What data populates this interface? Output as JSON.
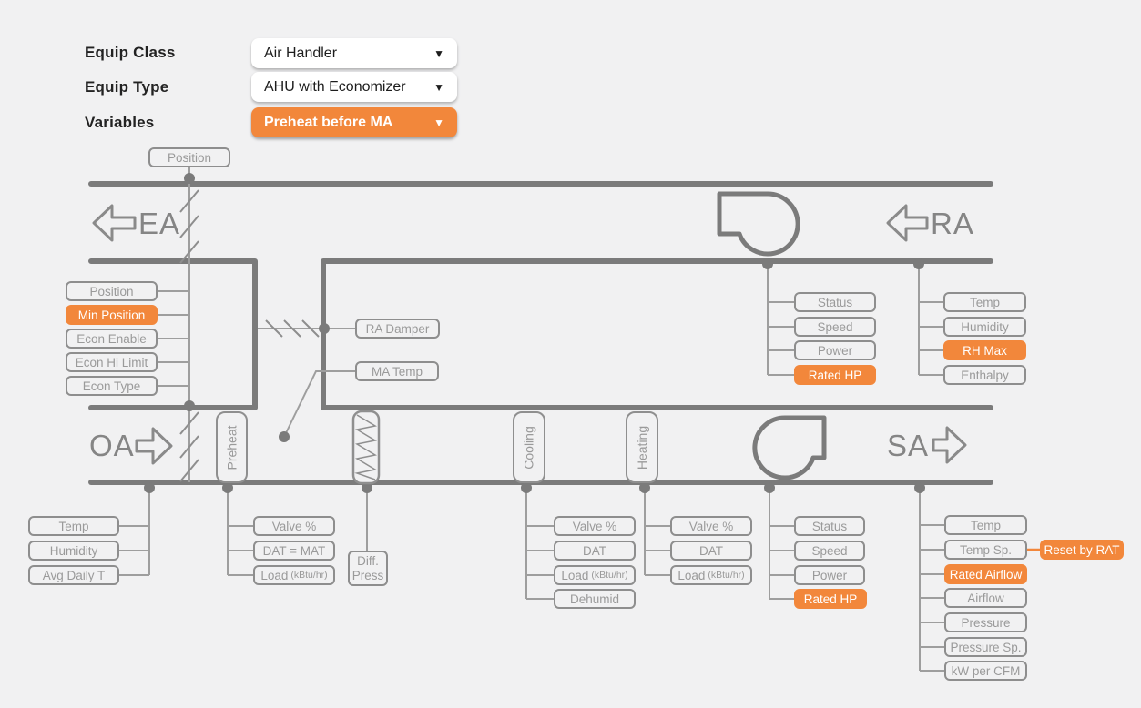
{
  "colors": {
    "accent": "#F2873B",
    "duct": "#7B7B7B",
    "connector": "#9E9E9E",
    "tag_text": "#9A9A9A"
  },
  "form": {
    "caret": "▼",
    "rows": [
      {
        "label": "Equip Class",
        "value": "Air Handler"
      },
      {
        "label": "Equip Type",
        "value": "AHU with Economizer"
      },
      {
        "label": "Variables",
        "value": "Preheat before MA"
      }
    ]
  },
  "streams": {
    "ea": "EA",
    "ra": "RA",
    "oa": "OA",
    "sa": "SA"
  },
  "components": {
    "preheat": "Preheat",
    "cooling": "Cooling",
    "heating": "Heating"
  },
  "tags": {
    "position_top": "Position",
    "econ": [
      {
        "t": "Position"
      },
      {
        "t": "Min Position"
      },
      {
        "t": "Econ Enable"
      },
      {
        "t": "Econ Hi Limit"
      },
      {
        "t": "Econ Type"
      }
    ],
    "ra_damper": "RA Damper",
    "ma_temp": "MA Temp",
    "return_fan": [
      {
        "t": "Status"
      },
      {
        "t": "Speed"
      },
      {
        "t": "Power"
      },
      {
        "t": "Rated HP"
      }
    ],
    "ra": [
      {
        "t": "Temp"
      },
      {
        "t": "Humidity"
      },
      {
        "t": "RH Max"
      },
      {
        "t": "Enthalpy"
      }
    ],
    "oa": [
      {
        "t": "Temp"
      },
      {
        "t": "Humidity"
      },
      {
        "t": "Avg Daily T"
      }
    ],
    "preheat": [
      {
        "t": "Valve %"
      },
      {
        "t": "DAT = MAT"
      },
      {
        "t": "Load",
        "u": "(kBtu/hr)"
      }
    ],
    "filter": {
      "l1": "Diff.",
      "l2": "Press"
    },
    "cooling": [
      {
        "t": "Valve %"
      },
      {
        "t": "DAT"
      },
      {
        "t": "Load",
        "u": "(kBtu/hr)"
      },
      {
        "t": "Dehumid"
      }
    ],
    "heating": [
      {
        "t": "Valve %"
      },
      {
        "t": "DAT"
      },
      {
        "t": "Load",
        "u": "(kBtu/hr)"
      }
    ],
    "supply_fan": [
      {
        "t": "Status"
      },
      {
        "t": "Speed"
      },
      {
        "t": "Power"
      },
      {
        "t": "Rated HP"
      }
    ],
    "sa": [
      {
        "t": "Temp"
      },
      {
        "t": "Temp Sp."
      },
      {
        "t": "Rated Airflow"
      },
      {
        "t": "Airflow"
      },
      {
        "t": "Pressure"
      },
      {
        "t": "Pressure Sp."
      },
      {
        "t": "kW per CFM"
      }
    ],
    "sa_note": "Reset by RAT"
  }
}
